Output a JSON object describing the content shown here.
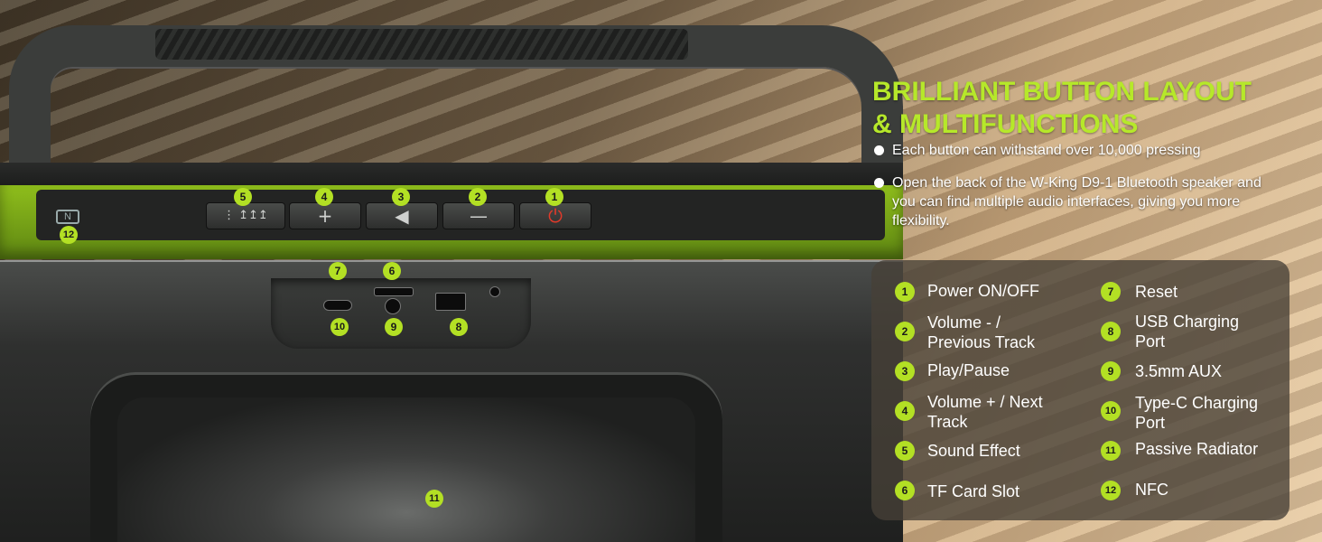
{
  "headline": {
    "line1": "BRILLIANT BUTTON LAYOUT",
    "line2": "& MULTIFUNCTIONS"
  },
  "bullets": [
    "Each button can withstand over 10,000 pressing",
    "Open the back of the W-King D9-1 Bluetooth speaker and you can find multiple audio interfaces, giving you more flexibility."
  ],
  "legend": [
    {
      "num": "1",
      "label": "Power ON/OFF"
    },
    {
      "num": "2",
      "label": "Volume - / Previous Track"
    },
    {
      "num": "3",
      "label": "Play/Pause"
    },
    {
      "num": "4",
      "label": "Volume + / Next Track"
    },
    {
      "num": "5",
      "label": "Sound Effect"
    },
    {
      "num": "6",
      "label": "TF Card Slot"
    },
    {
      "num": "7",
      "label": "Reset"
    },
    {
      "num": "8",
      "label": "USB Charging Port"
    },
    {
      "num": "9",
      "label": "3.5mm AUX"
    },
    {
      "num": "10",
      "label": "Type-C Charging Port"
    },
    {
      "num": "11",
      "label": "Passive Radiator"
    },
    {
      "num": "12",
      "label": "NFC"
    }
  ],
  "callouts": {
    "n1": "1",
    "n2": "2",
    "n3": "3",
    "n4": "4",
    "n5": "5",
    "n6": "6",
    "n7": "7",
    "n8": "8",
    "n9": "9",
    "n10": "10",
    "n11": "11",
    "n12": "12"
  },
  "colors": {
    "accent": "#b3e024",
    "headline": "#b6e82a",
    "power_icon": "#e23a2a"
  },
  "icons": {
    "power": "power-icon",
    "plus": "volume-up-icon",
    "play": "play-pause-icon",
    "minus": "volume-down-icon",
    "effect": "sound-effect-icon",
    "nfc": "nfc-icon"
  }
}
